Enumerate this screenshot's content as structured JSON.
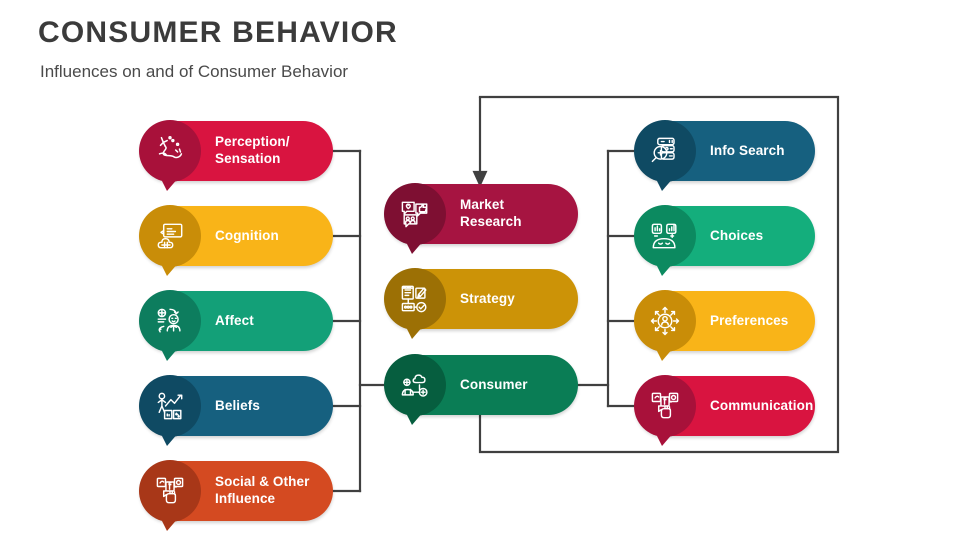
{
  "header": {
    "title": "CONSUMER BEHAVIOR",
    "subtitle": "Influences on and of Consumer Behavior"
  },
  "colors": {
    "background": "#ffffff",
    "title_text": "#3b3b3b",
    "subtitle_text": "#4a4a4a",
    "connector_line": "#404040",
    "crimson": "#D91440",
    "crimson_dark": "#A8113A",
    "amber": "#F9B418",
    "amber_dark": "#C98D08",
    "teal": "#13A078",
    "teal_dark": "#0D7D5E",
    "steel_blue": "#16607F",
    "steel_blue_dark": "#0F4A63",
    "orange": "#D44A21",
    "orange_dark": "#A83718",
    "maroon": "#A61441",
    "maroon_dark": "#7E0F32",
    "gold": "#CC9307",
    "gold_dark": "#9C7005",
    "green": "#0A7D55",
    "green_dark": "#065E3F",
    "emerald": "#14AE7C",
    "emerald_dark": "#0C8A60",
    "pill_text": "#ffffff"
  },
  "columns": {
    "left": {
      "name": "influences-on-consumer",
      "items": [
        {
          "label": "Perception/\nSensation",
          "icon": "neuron-icon",
          "color": "#D91440",
          "badge": "#A8113A",
          "two_line": true
        },
        {
          "label": "Cognition",
          "icon": "brain-screen-icon",
          "color": "#F9B418",
          "badge": "#C98D08",
          "two_line": false
        },
        {
          "label": "Affect",
          "icon": "emotion-person-icon",
          "color": "#13A078",
          "badge": "#0D7D5E",
          "two_line": false
        },
        {
          "label": "Beliefs",
          "icon": "growth-chart-icon",
          "color": "#16607F",
          "badge": "#0F4A63",
          "two_line": false
        },
        {
          "label": "Social & Other\nInfluence",
          "icon": "social-share-icon",
          "color": "#D44A21",
          "badge": "#A83718",
          "two_line": true
        }
      ]
    },
    "middle": {
      "name": "firm-process",
      "items": [
        {
          "label": "Market\nResearch",
          "icon": "feedback-bubbles-icon",
          "color": "#A61441",
          "badge": "#7E0F32",
          "two_line": true
        },
        {
          "label": "Strategy",
          "icon": "plan-checklist-icon",
          "color": "#CC9307",
          "badge": "#9C7005",
          "two_line": false
        },
        {
          "label": "Consumer",
          "icon": "consumer-cloud-icon",
          "color": "#0A7D55",
          "badge": "#065E3F",
          "two_line": false
        }
      ]
    },
    "right": {
      "name": "consumer-outputs",
      "items": [
        {
          "label": "Info Search",
          "icon": "search-database-icon",
          "color": "#16607F",
          "badge": "#0F4A63",
          "two_line": false
        },
        {
          "label": "Choices",
          "icon": "choice-compare-icon",
          "color": "#14AE7C",
          "badge": "#0C8A60",
          "two_line": false
        },
        {
          "label": "Preferences",
          "icon": "preference-arrows-icon",
          "color": "#F9B418",
          "badge": "#C98D08",
          "two_line": false
        },
        {
          "label": "Communication",
          "icon": "social-share-icon",
          "color": "#D91440",
          "badge": "#A8113A",
          "two_line": false
        }
      ]
    }
  },
  "connectors": {
    "left_bracket_label": "influences feed into consumer",
    "right_bracket_label": "consumer produces outputs",
    "feedback_loop_label": "outputs feed back to market research",
    "arrow_target": "Market Research"
  }
}
